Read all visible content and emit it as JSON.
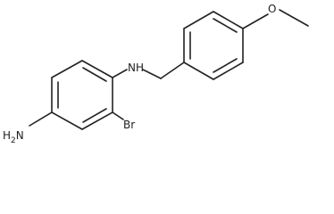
{
  "molecule": {
    "atoms": {
      "amine_nitrogen": "NH",
      "amine_hydrogen": "H",
      "amine_hydrogen_subscript": "2",
      "amine_nitrogen_symbol": "N",
      "bromine": "Br",
      "methoxy_oxygen": "O"
    }
  },
  "colors": {
    "bond": "#222222",
    "label": "#222222",
    "background": "#ffffff"
  }
}
